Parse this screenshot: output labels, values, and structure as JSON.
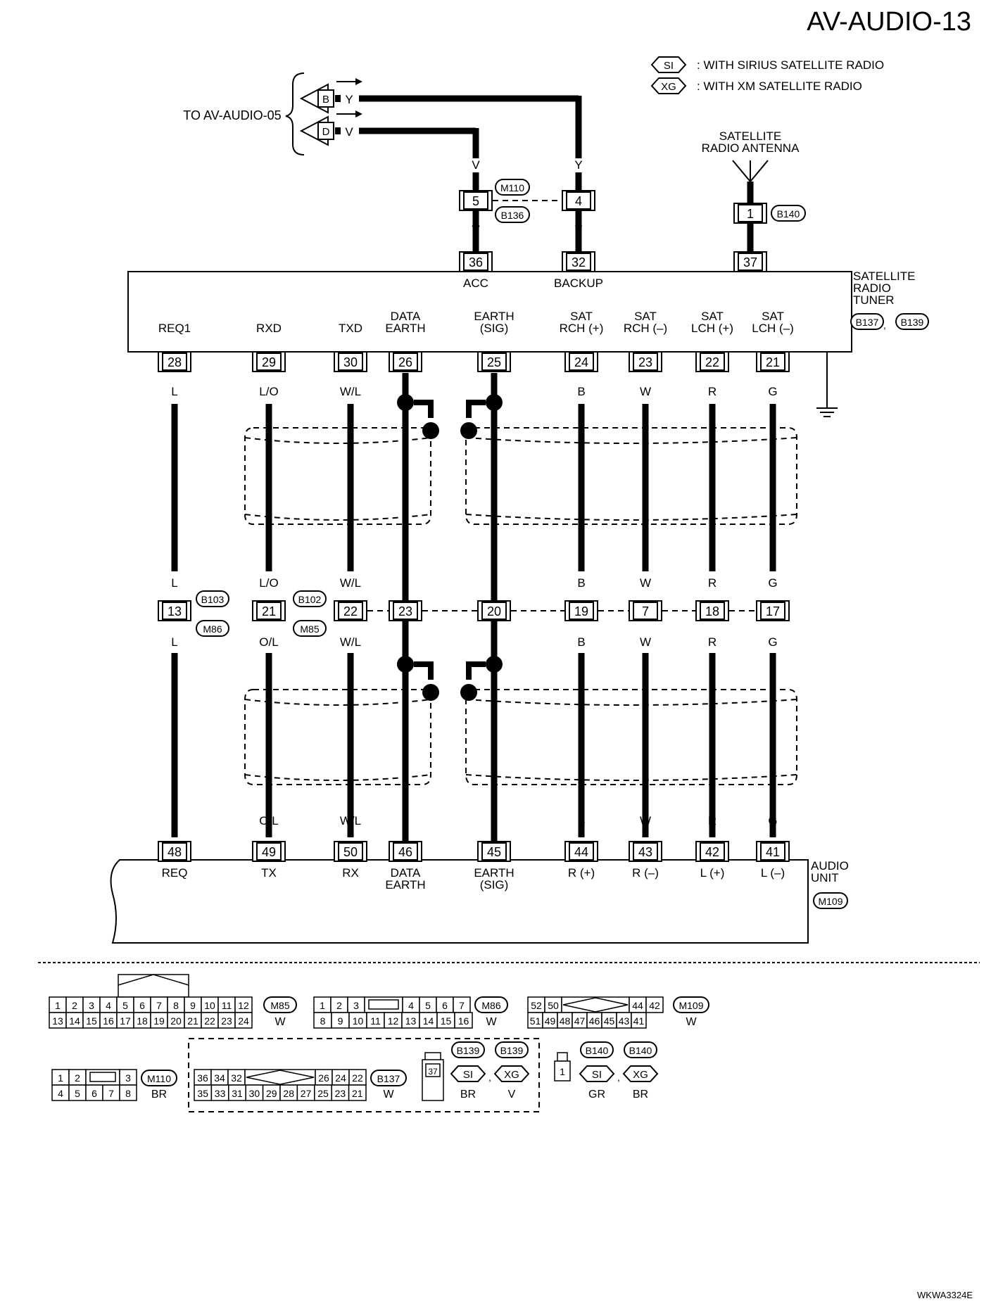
{
  "title": "AV-AUDIO-13",
  "doc_code": "WKWA3324E",
  "legend": {
    "si_tag": "SI",
    "si_text": ": WITH SIRIUS SATELLITE RADIO",
    "xg_tag": "XG",
    "xg_text": ": WITH XM SATELLITE RADIO"
  },
  "reference": {
    "label": "TO AV-AUDIO-05",
    "connectors": [
      {
        "id": "B",
        "wire": "Y"
      },
      {
        "id": "D",
        "wire": "V"
      }
    ]
  },
  "antenna": {
    "label": [
      "SATELLITE",
      "RADIO ANTENNA"
    ],
    "pin": "1",
    "connector": "B140"
  },
  "tuner": {
    "label": [
      "SATELLITE",
      "RADIO",
      "TUNER"
    ],
    "connectors": [
      "B137",
      "B139"
    ],
    "separator": ",",
    "top_pins": [
      {
        "pin": "36",
        "name": "ACC"
      },
      {
        "pin": "32",
        "name": "BACKUP"
      },
      {
        "pin": "37",
        "name": ""
      }
    ],
    "bottom_pins": [
      {
        "pin": "28",
        "name": [
          "REQ1"
        ]
      },
      {
        "pin": "29",
        "name": [
          "RXD"
        ]
      },
      {
        "pin": "30",
        "name": [
          "TXD"
        ]
      },
      {
        "pin": "26",
        "name": [
          "DATA",
          "EARTH"
        ]
      },
      {
        "pin": "25",
        "name": [
          "EARTH",
          "(SIG)"
        ]
      },
      {
        "pin": "24",
        "name": [
          "SAT",
          "RCH (+)"
        ]
      },
      {
        "pin": "23",
        "name": [
          "SAT",
          "RCH (–)"
        ]
      },
      {
        "pin": "22",
        "name": [
          "SAT",
          "LCH (+)"
        ]
      },
      {
        "pin": "21",
        "name": [
          "SAT",
          "LCH (–)"
        ]
      }
    ]
  },
  "top_joint": {
    "connectors": [
      "M110",
      "B136"
    ],
    "pins": [
      "5",
      "4"
    ],
    "wires_above": [
      "V",
      "Y"
    ],
    "wires_below": [
      "V",
      "Y"
    ]
  },
  "wire_colors_top": [
    "L",
    "L/O",
    "W/L",
    "",
    "",
    "B",
    "W",
    "R",
    "G"
  ],
  "joint_row": {
    "pins": [
      "13",
      "21",
      "22",
      "23",
      "20",
      "19",
      "7",
      "18",
      "17"
    ],
    "connectors": [
      {
        "upper": "B103",
        "lower": "M86"
      },
      {
        "upper": "B102",
        "lower": "M85"
      }
    ],
    "wires_above": [
      "L",
      "L/O",
      "W/L",
      "",
      "",
      "B",
      "W",
      "R",
      "G"
    ],
    "wires_below": [
      "L",
      "O/L",
      "W/L",
      "",
      "",
      "B",
      "W",
      "R",
      "G"
    ]
  },
  "wire_colors_bottom": [
    "L",
    "O/L",
    "W/L",
    "",
    "",
    "B",
    "W",
    "R",
    "G"
  ],
  "audio_unit": {
    "label": [
      "AUDIO",
      "UNIT"
    ],
    "connector": "M109",
    "pins": [
      {
        "pin": "48",
        "name": [
          "REQ"
        ]
      },
      {
        "pin": "49",
        "name": [
          "TX"
        ]
      },
      {
        "pin": "50",
        "name": [
          "RX"
        ]
      },
      {
        "pin": "46",
        "name": [
          "DATA",
          "EARTH"
        ]
      },
      {
        "pin": "45",
        "name": [
          "EARTH",
          "(SIG)"
        ]
      },
      {
        "pin": "44",
        "name": [
          "R (+)"
        ]
      },
      {
        "pin": "43",
        "name": [
          "R (–)"
        ]
      },
      {
        "pin": "42",
        "name": [
          "L (+)"
        ]
      },
      {
        "pin": "41",
        "name": [
          "L (–)"
        ]
      }
    ]
  },
  "connector_views": {
    "m85": {
      "id": "M85",
      "color": "W",
      "row1": [
        "1",
        "2",
        "3",
        "4",
        "5",
        "6",
        "7",
        "8",
        "9",
        "10",
        "11",
        "12"
      ],
      "row2": [
        "13",
        "14",
        "15",
        "16",
        "17",
        "18",
        "19",
        "20",
        "21",
        "22",
        "23",
        "24"
      ]
    },
    "m86": {
      "id": "M86",
      "color": "W",
      "row1": [
        "1",
        "2",
        "3",
        "",
        "4",
        "5",
        "6",
        "7"
      ],
      "row2": [
        "8",
        "9",
        "10",
        "11",
        "12",
        "13",
        "14",
        "15",
        "16"
      ]
    },
    "m109": {
      "id": "M109",
      "color": "W",
      "row1": [
        "52",
        "50",
        "44",
        "42"
      ],
      "row2": [
        "51",
        "49",
        "48",
        "47",
        "46",
        "45",
        "43",
        "41"
      ]
    },
    "m110": {
      "id": "M110",
      "color": "BR",
      "row1": [
        "1",
        "2",
        "3"
      ],
      "row2": [
        "4",
        "5",
        "6",
        "7",
        "8"
      ]
    },
    "b137": {
      "id": "B137",
      "color": "W",
      "row1": [
        "36",
        "34",
        "32",
        "26",
        "24",
        "22"
      ],
      "row2": [
        "35",
        "33",
        "31",
        "30",
        "29",
        "28",
        "27",
        "25",
        "23",
        "21"
      ]
    },
    "b139": {
      "id": "B139",
      "pin": "37",
      "si_color": "BR",
      "xg_color": "V"
    },
    "b140": {
      "id": "B140",
      "pin": "1",
      "si_color": "GR",
      "xg_color": "BR"
    }
  }
}
